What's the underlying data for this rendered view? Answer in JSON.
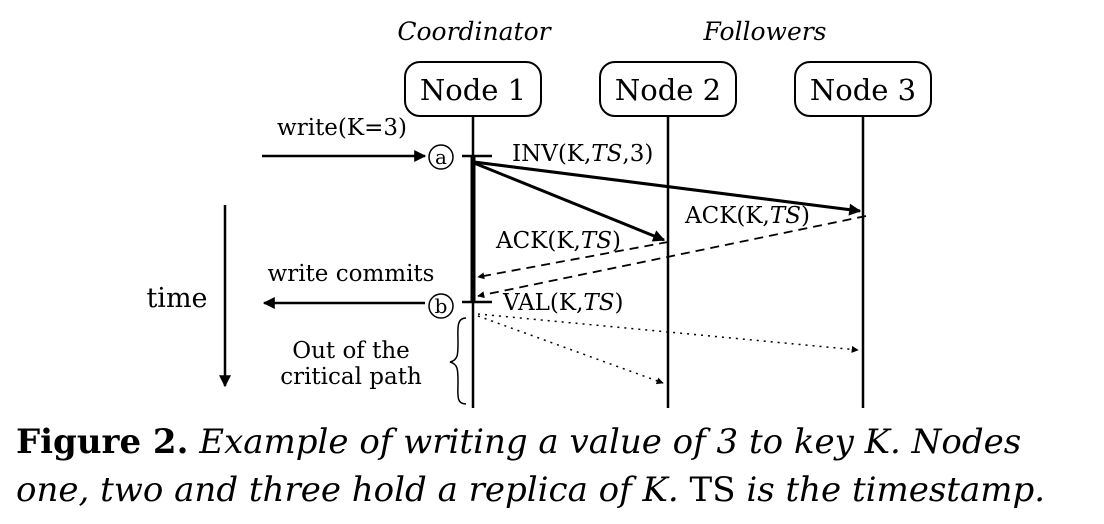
{
  "roles": {
    "coordinator": "Coordinator",
    "followers": "Followers"
  },
  "nodes": [
    "Node 1",
    "Node 2",
    "Node 3"
  ],
  "markers": {
    "a": "a",
    "b": "b"
  },
  "labels": {
    "write": "write(K=3)",
    "write_commits": "write commits",
    "time": "time",
    "out_line1": "Out of the",
    "out_line2": "critical path"
  },
  "messages": {
    "inv_prefix": "INV(K,",
    "inv_ts": "TS",
    "inv_suffix": ",3)",
    "ack_prefix": "ACK(K,",
    "ack_ts": "TS",
    "ack_suffix": ")",
    "val_prefix": "VAL(K,",
    "val_ts": "TS",
    "val_suffix": ")"
  },
  "caption": {
    "figure": "Figure 2.",
    "part1": " Example of writing a value of 3 to key K. Nodes one, two and three hold a replica of K. ",
    "ts": "TS",
    "part2": " is the timestamp."
  }
}
